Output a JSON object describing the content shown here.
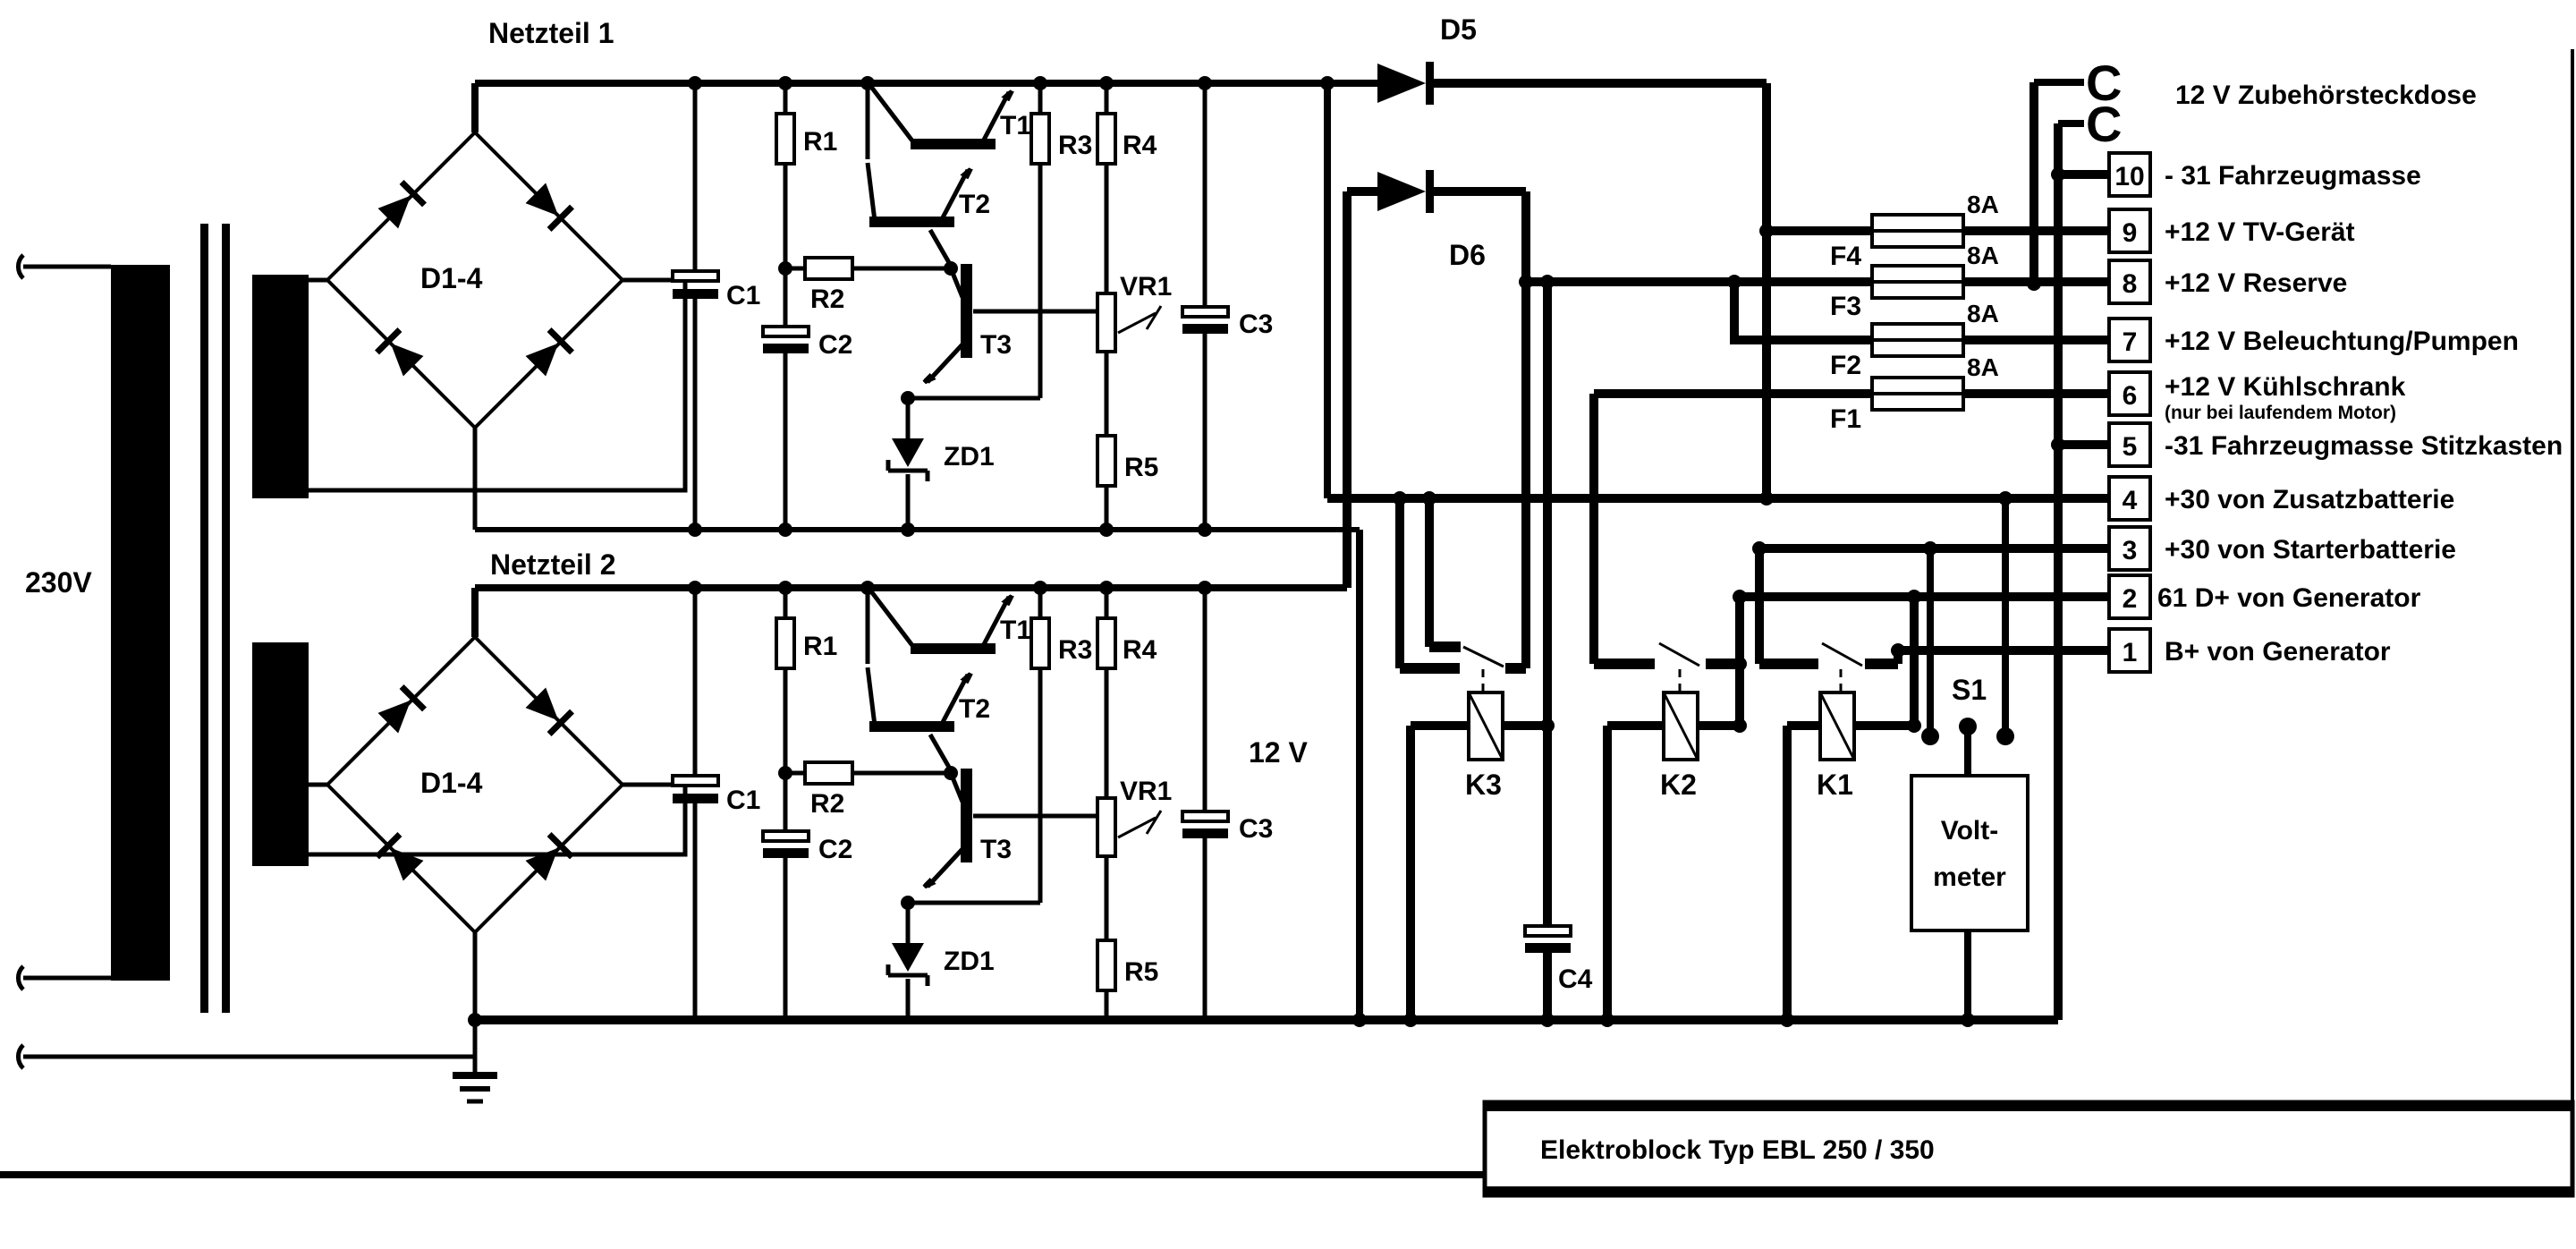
{
  "diagram": {
    "title": "Elektroblock Typ EBL 250 / 350",
    "mains_voltage": "230V",
    "output_voltage": "12 V",
    "section1_title": "Netzteil 1",
    "section2_title": "Netzteil 2",
    "socket": {
      "header": "12 V Zubehörsteckdose",
      "contact": "C"
    },
    "components": {
      "bridge": "D1-4",
      "r1": "R1",
      "r2": "R2",
      "r3": "R3",
      "r4": "R4",
      "r5": "R5",
      "c1": "C1",
      "c2": "C2",
      "c3": "C3",
      "c4": "C4",
      "t1": "T1",
      "t2": "T2",
      "t3": "T3",
      "vr1": "VR1",
      "zd1": "ZD1",
      "d5": "D5",
      "d6": "D6",
      "k1": "K1",
      "k2": "K2",
      "k3": "K3",
      "s1": "S1",
      "voltmeter_line1": "Volt-",
      "voltmeter_line2": "meter"
    },
    "fuses": [
      {
        "name": "F4",
        "rating": "8A"
      },
      {
        "name": "F3",
        "rating": "8A"
      },
      {
        "name": "F2",
        "rating": "8A"
      },
      {
        "name": "F1",
        "rating": "8A"
      }
    ],
    "connector": {
      "rows": [
        {
          "number": "10",
          "label": "- 31 Fahrzeugmasse"
        },
        {
          "number": "9",
          "label": "+12 V TV-Gerät"
        },
        {
          "number": "8",
          "label": "+12 V  Reserve"
        },
        {
          "number": "7",
          "label": "+12 V Beleuchtung/Pumpen"
        },
        {
          "number": "6",
          "label": "+12 V Kühlschrank",
          "note": "(nur bei laufendem Motor)"
        },
        {
          "number": "5",
          "label": "-31 Fahrzeugmasse Stitzkasten"
        },
        {
          "number": "4",
          "label": "+30 von Zusatzbatterie"
        },
        {
          "number": "3",
          "label": "+30 von Starterbatterie"
        },
        {
          "number": "2",
          "label": "61 D+ von Generator"
        },
        {
          "number": "1",
          "label": "B+ von Generator"
        }
      ]
    }
  }
}
